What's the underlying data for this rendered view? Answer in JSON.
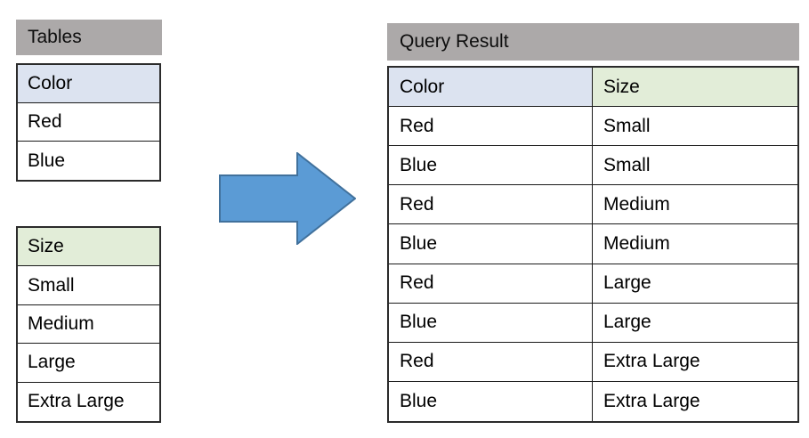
{
  "colors": {
    "header_gray": "#ACA9A9",
    "color_header_blue": "#DCE3F0",
    "size_header_green": "#E2EDD8",
    "arrow_fill": "#5B9BD5",
    "arrow_stroke": "#41719C",
    "table_border": "#2B2B2B",
    "page_background": "#FFFFFF"
  },
  "left_panel": {
    "title": "Tables",
    "color_table": {
      "header": "Color",
      "rows": [
        "Red",
        "Blue"
      ]
    },
    "size_table": {
      "header": "Size",
      "rows": [
        "Small",
        "Medium",
        "Large",
        "Extra Large"
      ]
    }
  },
  "arrow": {
    "icon": "right-arrow-icon",
    "direction": "right"
  },
  "right_panel": {
    "title": "Query Result",
    "columns": [
      "Color",
      "Size"
    ],
    "rows": [
      {
        "color": "Red",
        "size": "Small"
      },
      {
        "color": "Blue",
        "size": "Small"
      },
      {
        "color": "Red",
        "size": "Medium"
      },
      {
        "color": "Blue",
        "size": "Medium"
      },
      {
        "color": "Red",
        "size": "Large"
      },
      {
        "color": "Blue",
        "size": "Large"
      },
      {
        "color": "Red",
        "size": "Extra Large"
      },
      {
        "color": "Blue",
        "size": "Extra Large"
      }
    ]
  }
}
